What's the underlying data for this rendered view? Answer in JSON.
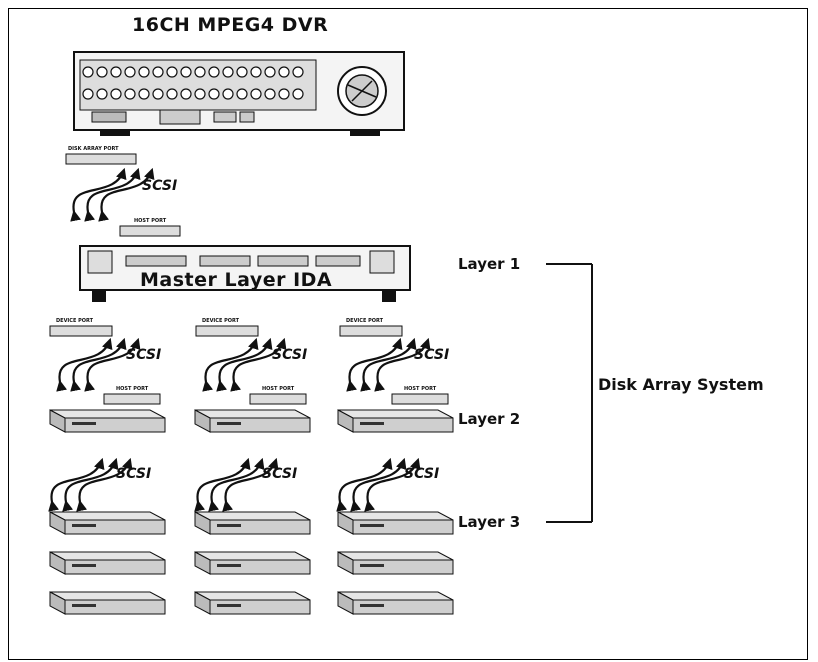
{
  "title": "16CH MPEG4 DVR",
  "master_label": "Master Layer IDA",
  "system_label": "Disk Array System",
  "scsi_label": "SCSI",
  "layers": {
    "l1": "Layer 1",
    "l2": "Layer 2",
    "l3": "Layer 3"
  },
  "ports": {
    "disk_array": "DISK ARRAY PORT",
    "host": "HOST PORT",
    "device": "DEVICE PORT"
  },
  "colors": {
    "line": "#111111",
    "device_top": "#e6e6e6",
    "device_front": "#cfcfcf"
  }
}
